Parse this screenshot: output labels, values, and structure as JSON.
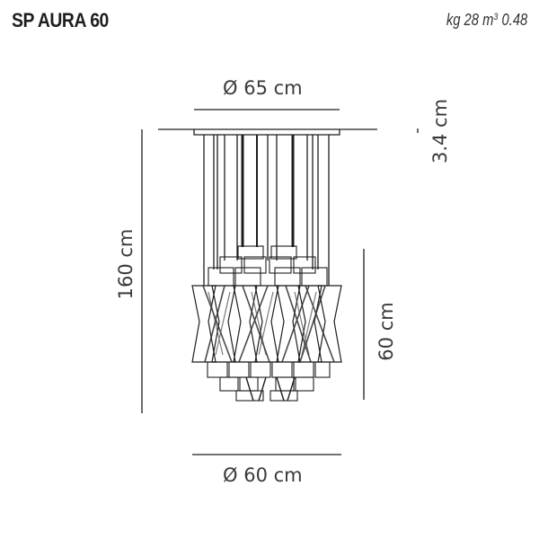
{
  "header": {
    "product_name": "SP AURA 60",
    "weight_label": "kg 28",
    "volume_label": "m",
    "volume_exp": "3",
    "volume_value": "0.48"
  },
  "dimensions": {
    "canopy_diameter": "Ø 65 cm",
    "canopy_height": "3.4 cm",
    "total_height": "160 cm",
    "body_height": "60 cm",
    "body_diameter": "Ø 60 cm"
  },
  "colors": {
    "line": "#1e1e1e",
    "text": "#3a3a3a"
  }
}
